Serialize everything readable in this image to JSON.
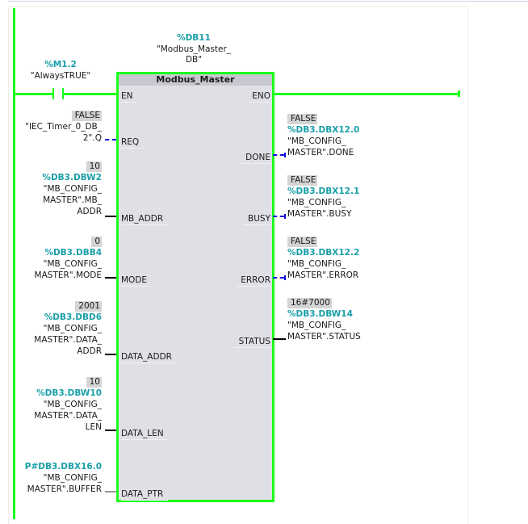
{
  "instance": {
    "address": "%DB11",
    "name_line1": "\"Modbus_Master_",
    "name_line2": "DB\""
  },
  "block": {
    "title": "Modbus_Master",
    "inputs": [
      "EN",
      "REQ",
      "MB_ADDR",
      "MODE",
      "DATA_ADDR",
      "DATA_LEN",
      "DATA_PTR"
    ],
    "outputs": [
      "ENO",
      "DONE",
      "BUSY",
      "ERROR",
      "STATUS"
    ]
  },
  "contact": {
    "address": "%M1.2",
    "name": "\"AlwaysTRUE\""
  },
  "params": {
    "req": {
      "value": "FALSE",
      "line1": "\"IEC_Timer_0_DB_",
      "line2": "2\".Q"
    },
    "mb_addr": {
      "value": "10",
      "address": "%DB3.DBW2",
      "line1": "\"MB_CONFIG_",
      "line2": "MASTER\".MB_",
      "line3": "ADDR"
    },
    "mode": {
      "value": "0",
      "address": "%DB3.DBB4",
      "line1": "\"MB_CONFIG_",
      "line2": "MASTER\".MODE"
    },
    "data_addr": {
      "value": "2001",
      "address": "%DB3.DBD6",
      "line1": "\"MB_CONFIG_",
      "line2": "MASTER\".DATA_",
      "line3": "ADDR"
    },
    "data_len": {
      "value": "10",
      "address": "%DB3.DBW10",
      "line1": "\"MB_CONFIG_",
      "line2": "MASTER\".DATA_",
      "line3": "LEN"
    },
    "data_ptr": {
      "address": "P#DB3.DBX16.0",
      "line1": "\"MB_CONFIG_",
      "line2": "MASTER\".BUFFER"
    },
    "done": {
      "value": "FALSE",
      "address": "%DB3.DBX12.0",
      "line1": "\"MB_CONFIG_",
      "line2": "MASTER\".DONE"
    },
    "busy": {
      "value": "FALSE",
      "address": "%DB3.DBX12.1",
      "line1": "\"MB_CONFIG_",
      "line2": "MASTER\".BUSY"
    },
    "error": {
      "value": "FALSE",
      "address": "%DB3.DBX12.2",
      "line1": "\"MB_CONFIG_",
      "line2": "MASTER\".ERROR"
    },
    "status": {
      "value": "16#7000",
      "address": "%DB3.DBW14",
      "line1": "\"MB_CONFIG_",
      "line2": "MASTER\".STATUS"
    }
  },
  "colors": {
    "power_flow": "#1aff1a",
    "address": "#1a9fa8",
    "bool_false_wire": "#1010e0",
    "block_bg": "#dfdfe6"
  }
}
